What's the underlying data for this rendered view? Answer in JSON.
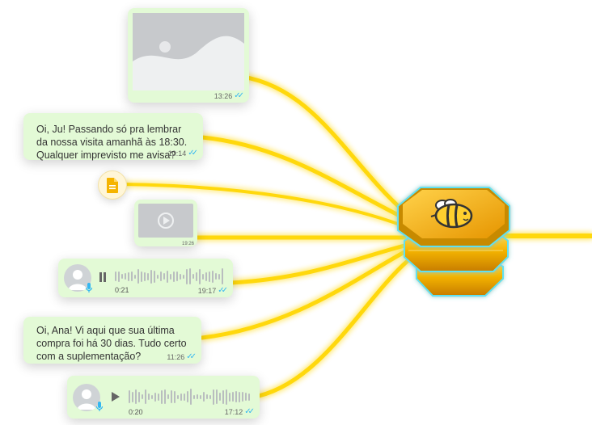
{
  "colors": {
    "bubble": "#e3fad6",
    "tick": "#34b7f1",
    "glow": "#ffd600",
    "hub_gold": "#f4b400",
    "hub_cyan": "#5ee1f2"
  },
  "image_message": {
    "time": "13:26",
    "icon": "image-placeholder-icon"
  },
  "text_message_1": {
    "text": "Oi, Ju! Passando só pra lembrar\nda nossa visita amanhã às 18:30.\nQualquer imprevisto me avisa?",
    "time": "10:14"
  },
  "document_message": {
    "icon": "document-icon"
  },
  "video_message": {
    "time": "19:26",
    "icon": "play-icon"
  },
  "audio_message_1": {
    "duration": "0:21",
    "time": "19:17",
    "state": "pause-icon"
  },
  "text_message_2": {
    "text": "Oi, Ana! Vi aqui que sua última\ncompra foi há 30 dias. Tudo certo\ncom a suplementação?",
    "time": "11:26"
  },
  "audio_message_2": {
    "duration": "0:20",
    "time": "17:12",
    "state": "play-icon"
  },
  "hub": {
    "icon": "bee-icon"
  }
}
